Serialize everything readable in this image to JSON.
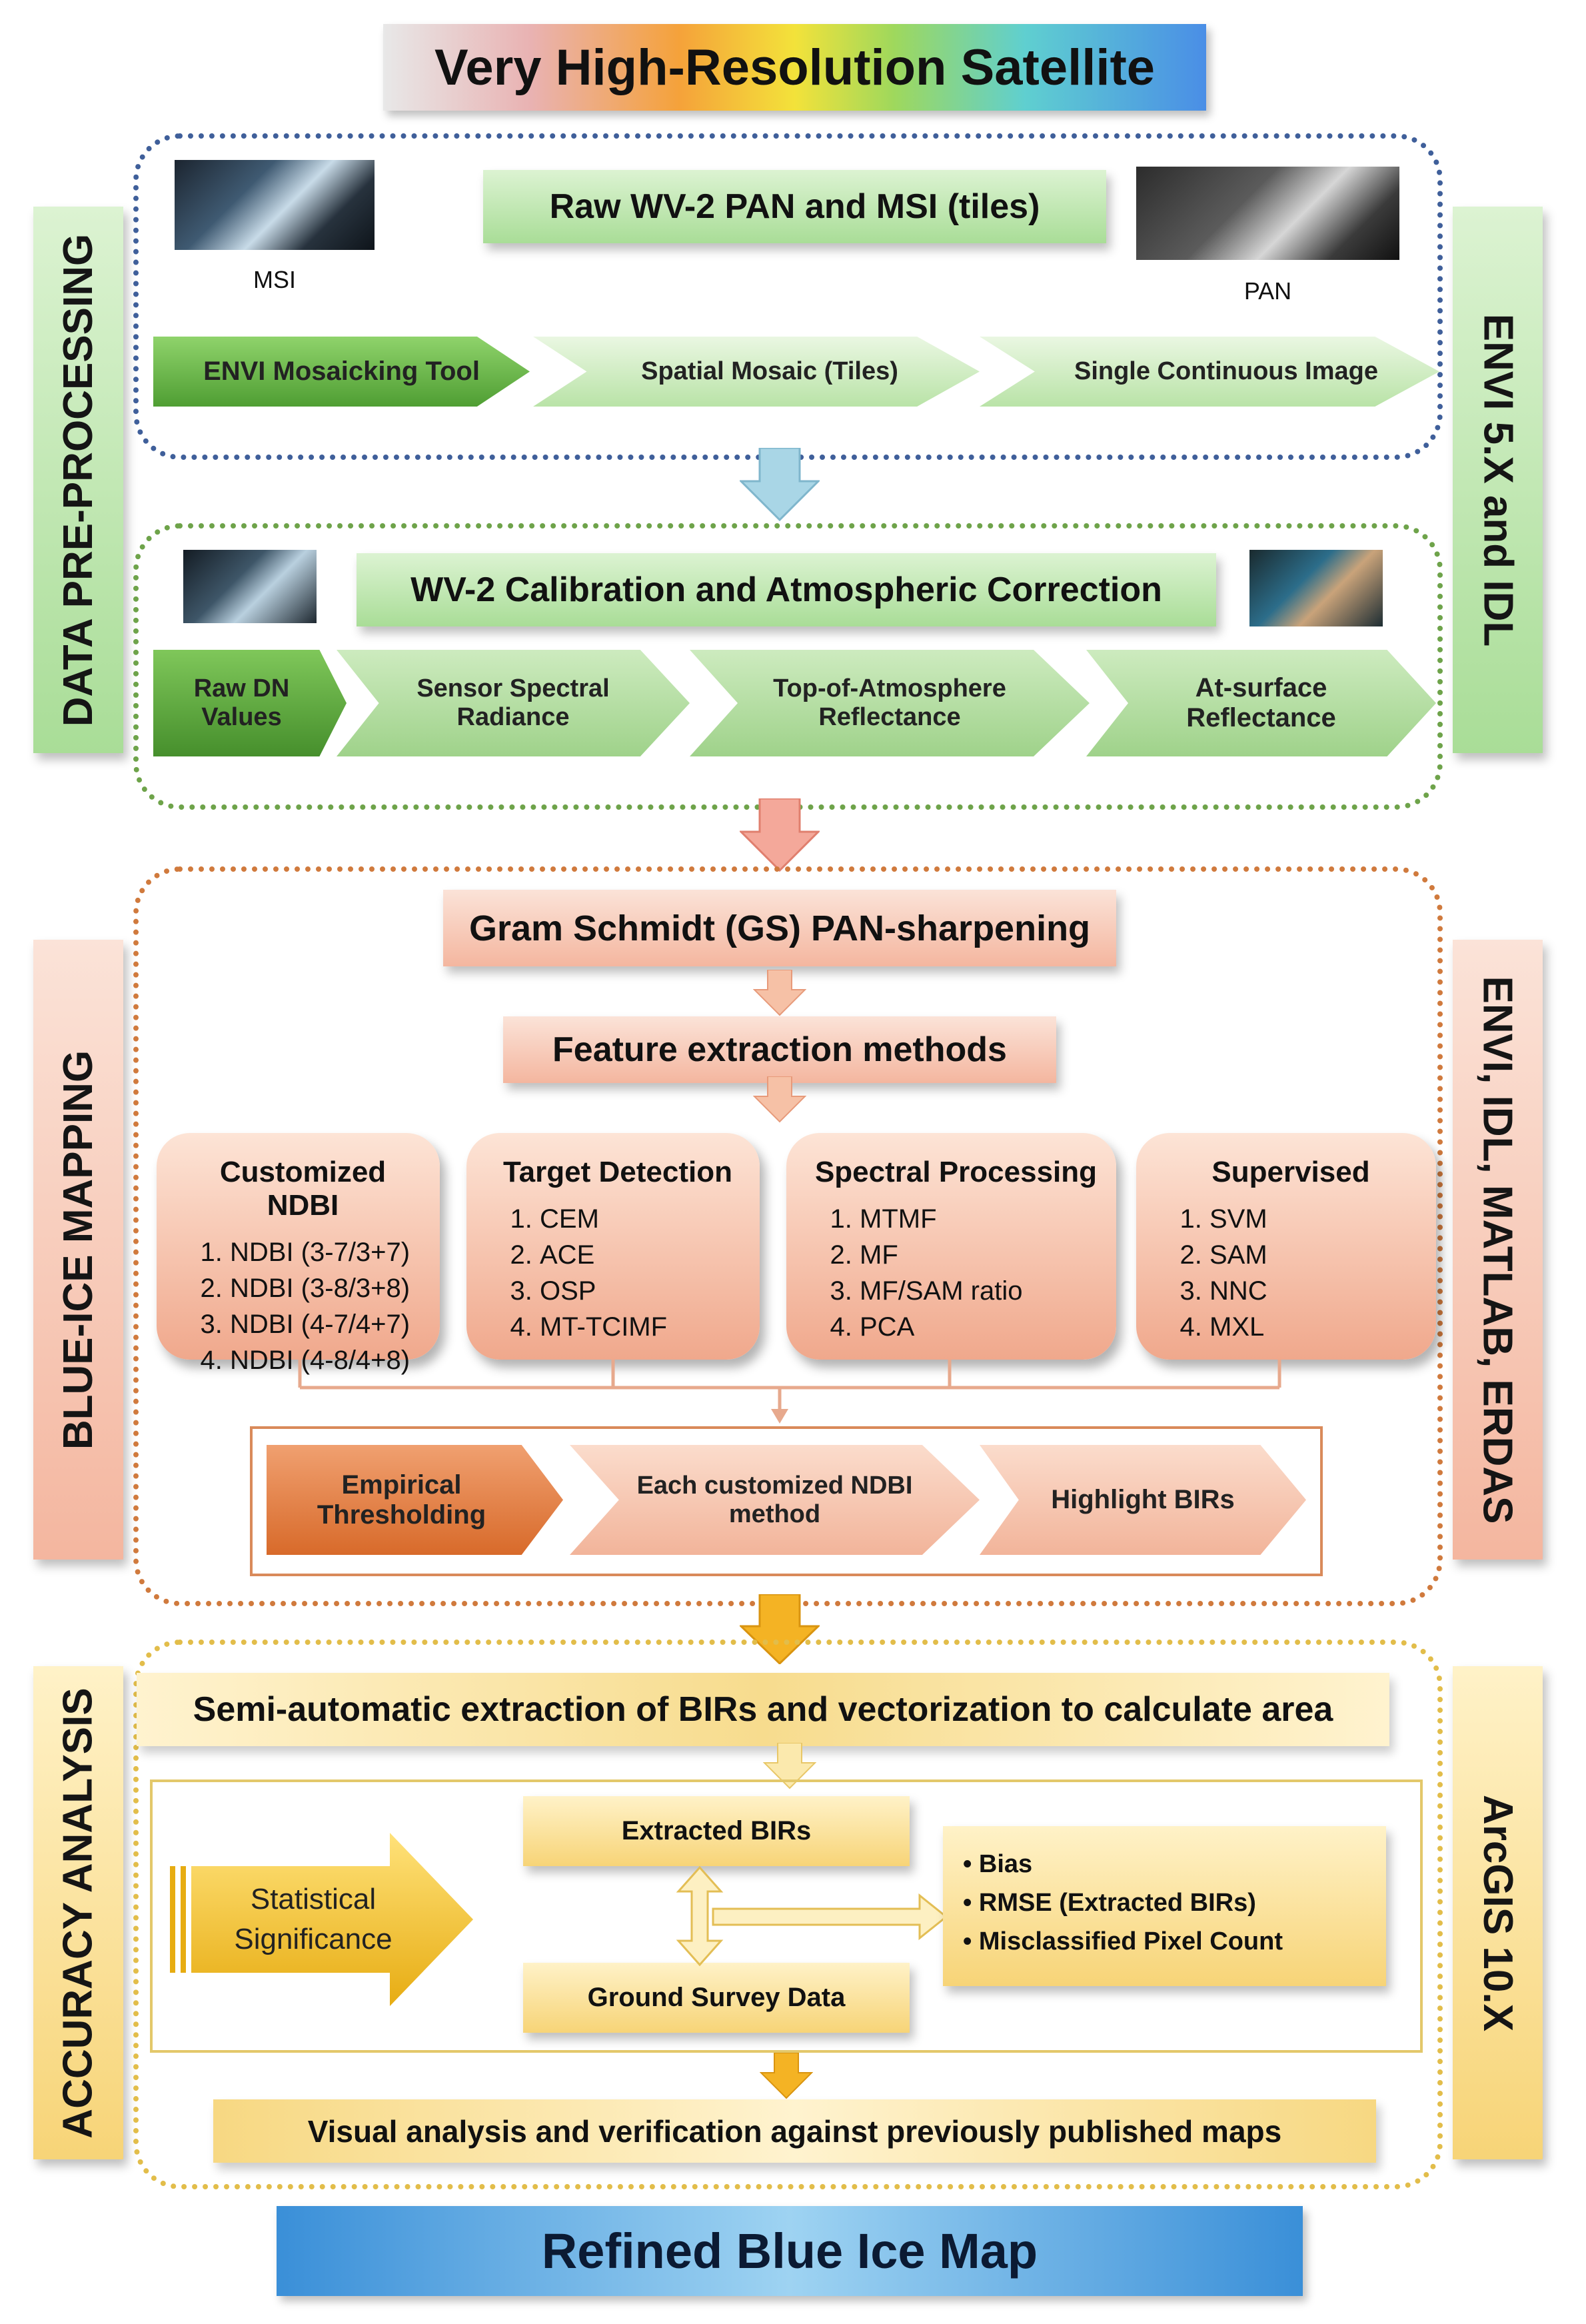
{
  "header_title": "Very High-Resolution Satellite",
  "footer_title": "Refined Blue Ice Map",
  "side_labels": {
    "left": [
      "DATA PRE-PROCESSING",
      "BLUE-ICE MAPPING",
      "ACCURACY ANALYSIS"
    ],
    "right": [
      "ENVI 5.X and IDL",
      "ENVI, IDL, MATLAB, ERDAS",
      "ArcGIS 10.X"
    ]
  },
  "preprocessing": {
    "raw_box": "Raw WV-2 PAN and MSI (tiles)",
    "msi_label": "MSI",
    "pan_label": "PAN",
    "mosaic_steps": [
      "ENVI Mosaicking Tool",
      "Spatial Mosaic (Tiles)",
      "Single Continuous Image"
    ],
    "calibration_box": "WV-2 Calibration and Atmospheric Correction",
    "calibration_steps": [
      "Raw DN Values",
      "Sensor Spectral Radiance",
      "Top-of-Atmosphere Reflectance",
      "At-surface Reflectance"
    ]
  },
  "mapping": {
    "gs_box": "Gram Schmidt (GS) PAN-sharpening",
    "feature_box": "Feature extraction methods",
    "methods": [
      {
        "title": "Customized NDBI",
        "items": [
          "NDBI (3-7/3+7)",
          "NDBI (3-8/3+8)",
          "NDBI (4-7/4+7)",
          "NDBI (4-8/4+8)"
        ]
      },
      {
        "title": "Target Detection",
        "items": [
          "CEM",
          "ACE",
          "OSP",
          "MT-TCIMF"
        ]
      },
      {
        "title": "Spectral Processing",
        "items": [
          "MTMF",
          "MF",
          "MF/SAM ratio",
          "PCA"
        ]
      },
      {
        "title": "Supervised",
        "items": [
          "SVM",
          "SAM",
          "NNC",
          "MXL"
        ]
      }
    ],
    "threshold_steps": [
      "Empirical Thresholding",
      "Each customized NDBI method",
      "Highlight BIRs"
    ]
  },
  "accuracy": {
    "semi_box": "Semi-automatic extraction of BIRs and vectorization to calculate area",
    "statistical": "Statistical Significance",
    "extracted": "Extracted BIRs",
    "ground": "Ground Survey Data",
    "metrics": [
      "Bias",
      "RMSE (Extracted BIRs)",
      "Misclassified Pixel Count"
    ],
    "visual_box": "Visual analysis and verification against previously published maps"
  }
}
